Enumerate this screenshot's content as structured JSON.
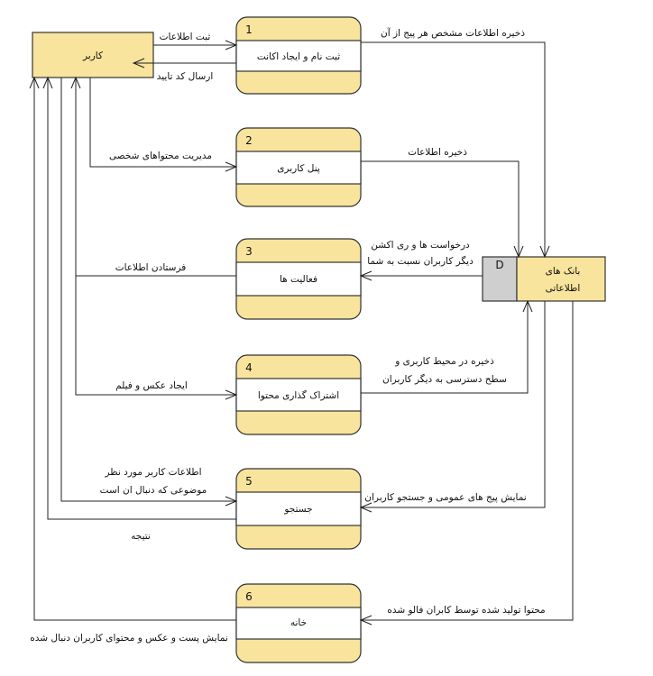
{
  "external_entity": {
    "label": "کاربر"
  },
  "data_store": {
    "id": "D",
    "label_line1": "بانک های",
    "label_line2": "اطلاعاتی"
  },
  "processes": [
    {
      "number": "1",
      "name": "ثبت نام و ایجاد اکانت"
    },
    {
      "number": "2",
      "name": "پنل کاربری"
    },
    {
      "number": "3",
      "name": "فعالیت ها"
    },
    {
      "number": "4",
      "name": "اشتراک گذاری محتوا"
    },
    {
      "number": "5",
      "name": "جستجو"
    },
    {
      "number": "6",
      "name": "خانه"
    }
  ],
  "flows": {
    "user_to_p1": "ثبت اطلاعات",
    "p1_to_user": "ارسال کد تایید",
    "p1_to_store": "ذخیره اطلاعات مشخص هر پیج از آن",
    "user_to_p2": "مدیریت محتواهای شخصی",
    "p2_to_store": "ذخیره اطلاعات",
    "store_to_p3_line1": "درخواست ها و ری اکشن",
    "store_to_p3_line2": "دیگر کاربران نسبت به شما",
    "p3_to_user": "فرستادن اطلاعات",
    "user_to_p4": "ایجاد عکس و فیلم",
    "p4_to_store_line1": "ذخیره در محیط کاربری و",
    "p4_to_store_line2": "سطح دسترسی به دیگر کاربران",
    "user_to_p5_line1": "اطلاعات کاربر مورد نظر",
    "user_to_p5_line2": "موضوعی که دنبال ان است",
    "p5_to_user": "نتیجه",
    "store_to_p5": "نمایش پیج های عمومی و جستجو کاربران",
    "store_to_p6": "محتوا تولید شده توسط کابران فالو شده",
    "p6_to_user": "نمایش پست و عکس و محتوای کاربران دنبال شده"
  }
}
